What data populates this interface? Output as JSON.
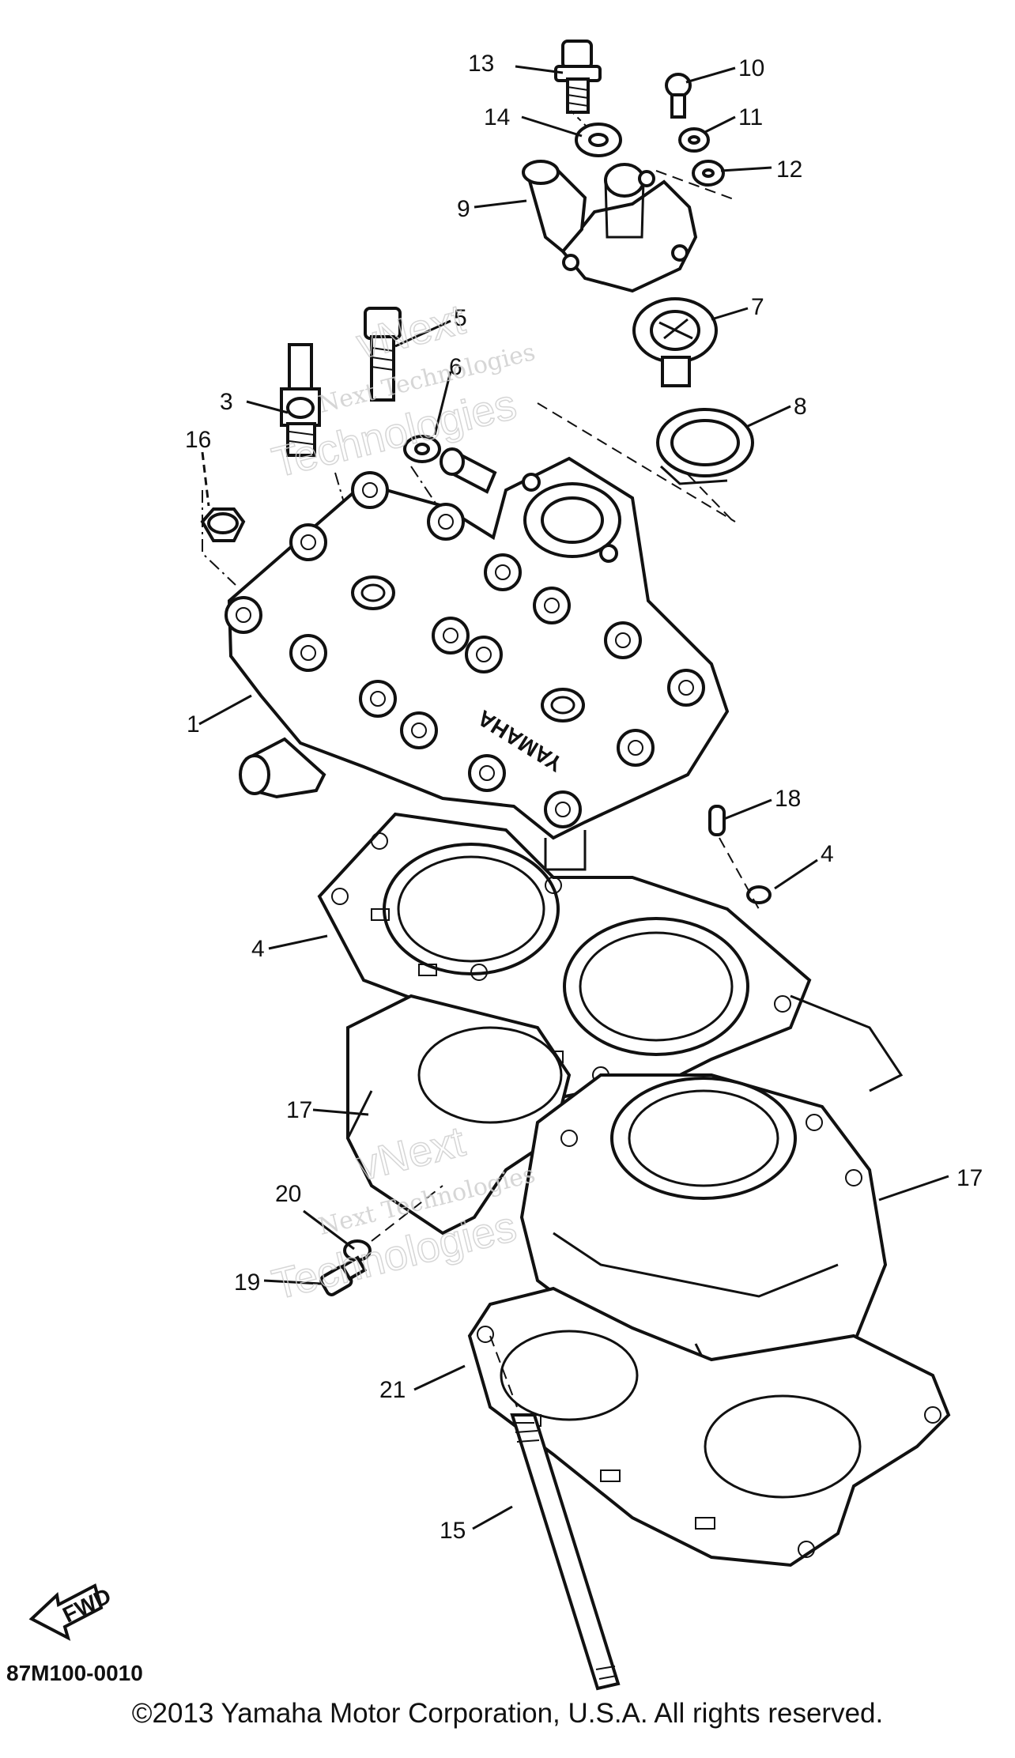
{
  "diagram": {
    "part_labels": {
      "p1": "1",
      "p3": "3",
      "p4a": "4",
      "p4b": "4",
      "p5": "5",
      "p6": "6",
      "p7": "7",
      "p8": "8",
      "p9": "9",
      "p10": "10",
      "p11": "11",
      "p12": "12",
      "p13": "13",
      "p14": "14",
      "p15": "15",
      "p16": "16",
      "p17a": "17",
      "p17b": "17",
      "p18": "18",
      "p19": "19",
      "p20": "20",
      "p21": "21"
    },
    "fwd_label": "FWD",
    "drawing_code": "87M100-0010",
    "head_marking": "YAMAHA",
    "watermark": {
      "line1": "Next Technologies",
      "line2": "Technologies",
      "line3": "vNext"
    }
  },
  "footer": {
    "copyright": "©2013 Yamaha Motor Corporation, U.S.A. All rights reserved."
  }
}
